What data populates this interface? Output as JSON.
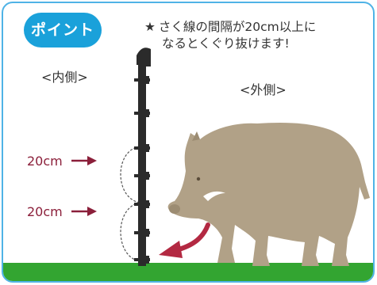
{
  "badge": "ポイント",
  "note": {
    "star": "★",
    "line1": "さく線の間隔が20cm以上に",
    "line2": "なるとくぐり抜けます!"
  },
  "inside_label": "<内側>",
  "outside_label": "<外側>",
  "spacing_labels": [
    "20cm",
    "20cm"
  ],
  "colors": {
    "frame": "#4fb3e6",
    "badge": "#1aa1da",
    "ground": "#33a531",
    "boar": "#b1a187",
    "arrow": "#b32942",
    "post": "#2b2b2b",
    "dim_text": "#8b1f3a"
  }
}
